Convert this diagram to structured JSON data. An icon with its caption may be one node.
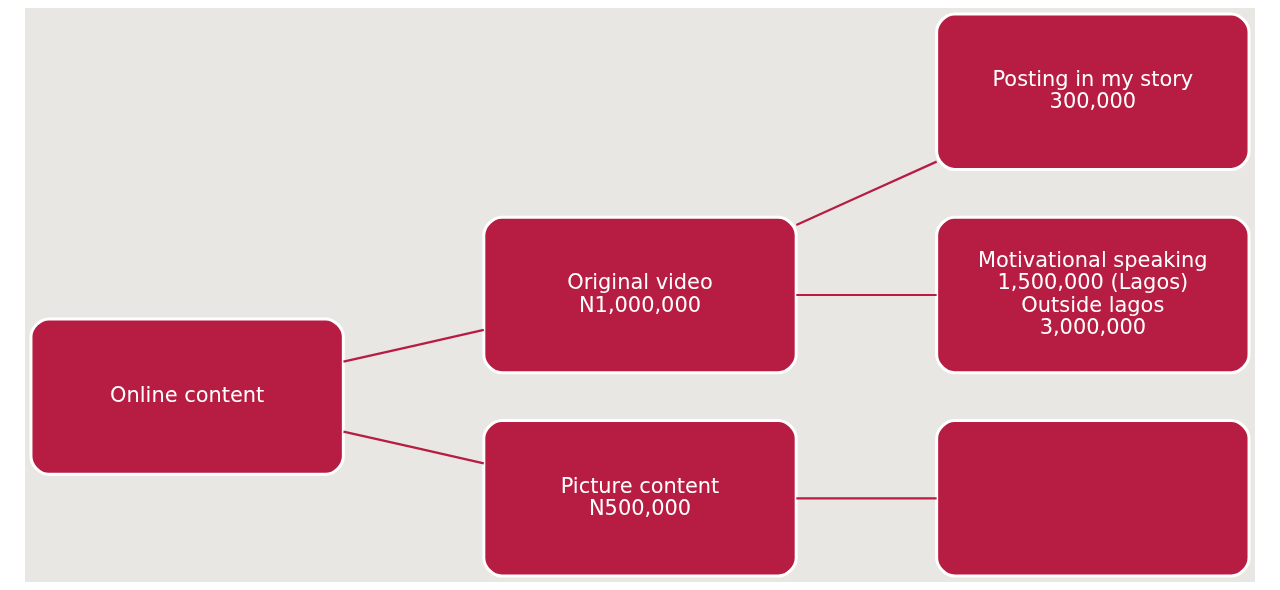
{
  "diagram": {
    "nodes": [
      {
        "text": [
          "Online content"
        ]
      },
      {
        "text": [
          "Original video",
          "N1,000,000"
        ]
      },
      {
        "text": [
          "Posting in my story",
          "300,000"
        ]
      },
      {
        "text": [
          "Motivational speaking",
          "1,500,000 (Lagos)",
          "Outside lagos",
          "3,000,000"
        ]
      },
      {
        "text": [
          "Picture content",
          "N500,000"
        ]
      },
      {
        "text": [],
        "shape": "box"
      }
    ],
    "edges": [
      {
        "from": 0,
        "to": 1,
        "arrow": "none"
      },
      {
        "from": 0,
        "to": 4,
        "arrow": "none"
      },
      {
        "from": 1,
        "to": 2,
        "arrow": "none"
      },
      {
        "from": 1,
        "to": 3,
        "arrow": "none"
      },
      {
        "from": 4,
        "to": 5,
        "arrow": "none"
      }
    ]
  }
}
